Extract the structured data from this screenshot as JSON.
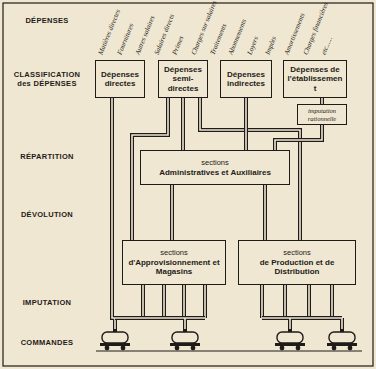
{
  "diagram": {
    "nodes": [
      {
        "text": [
          "Dépenses directes"
        ]
      },
      {
        "text": [
          "Dépenses semi-directes"
        ]
      },
      {
        "text": [
          "Dépenses indirectes"
        ]
      },
      {
        "text": [
          "Dépenses de l'établissement"
        ]
      },
      {
        "text": [
          "imputation rationnelle"
        ]
      },
      {
        "text": [
          "sections",
          "Administratives et Auxiliaires"
        ]
      },
      {
        "text": [
          "sections",
          "d'Approvisionnement et Magasins"
        ]
      },
      {
        "text": [
          "sections",
          "de Production et de Distribution"
        ]
      }
    ],
    "edges": [
      {
        "from": 1,
        "to": 5,
        "arrow": "none"
      },
      {
        "from": 1,
        "to": 6,
        "arrow": "none"
      },
      {
        "from": 1,
        "to": 7,
        "arrow": "none"
      },
      {
        "from": 2,
        "to": 5,
        "arrow": "none"
      },
      {
        "from": 3,
        "to": 4,
        "arrow": "none"
      },
      {
        "from": 4,
        "to": 5,
        "arrow": "none"
      },
      {
        "from": 5,
        "to": 6,
        "arrow": "none"
      },
      {
        "from": 5,
        "to": 7,
        "arrow": "none"
      }
    ],
    "labels": [
      "DÉPENSES",
      "Matières directes",
      "Fournitures",
      "Autres salaires",
      "Salaires directs",
      "Primes",
      "Charges sur salaires",
      "Traitements",
      "Abonnements",
      "Loyers",
      "Impôts",
      "Amortissements",
      "Charges financières",
      "etc......",
      "CLASSIFICATION des DÉPENSES",
      "RÉPARTITION",
      "DÉVOLUTION",
      "IMPUTATION",
      "COMMANDES"
    ]
  }
}
